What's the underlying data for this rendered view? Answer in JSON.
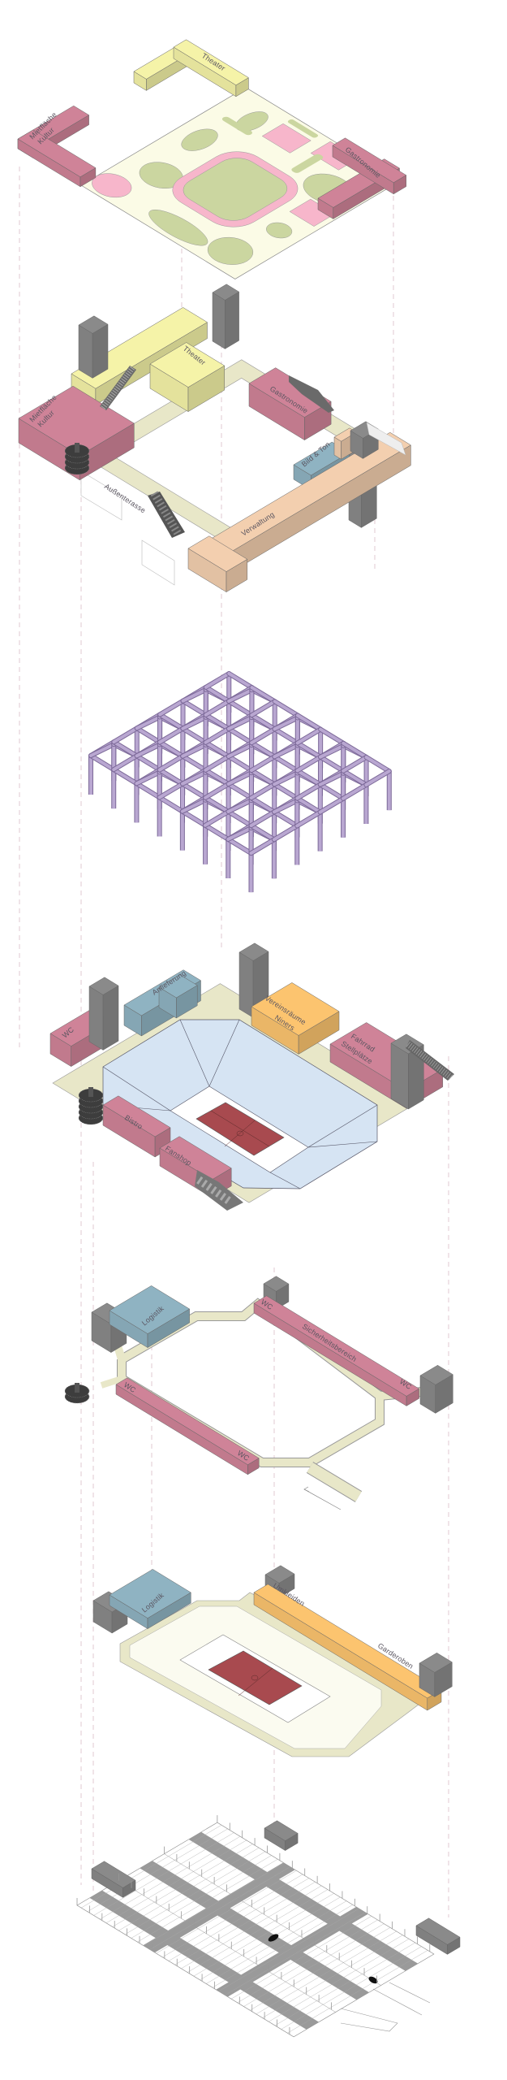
{
  "colors": {
    "culture_pink": "#cf8398",
    "theater_yellow": "#f5f3a8",
    "admin_salmon": "#f3cfaf",
    "service_blue": "#8fb3c2",
    "club_orange": "#fcc46f",
    "core_grey": "#8a8a8a",
    "circulation": "#e8e7c8",
    "roof_surface": "#fbfbe6",
    "planting_green": "#cbd6a0",
    "play_pink": "#f7b6cb",
    "structure_purple": "#b9a7d1",
    "seating_blue": "#d6e4f3",
    "court_red": "#a84a4f"
  },
  "layers": {
    "roof_garden": {
      "theater": "Theater",
      "kultur_line1": "Mietfläche",
      "kultur_line2": "Kultur",
      "gastronomie": "Gastronomie"
    },
    "upper_ring": {
      "theater": "Theater",
      "kultur_line1": "Mietfläche",
      "kultur_line2": "Kultur",
      "gastronomie": "Gastronomie",
      "bild_ton": "Bild & Ton",
      "aussenterasse": "Außenterasse",
      "verwaltung": "Verwaltung"
    },
    "arena": {
      "anlieferung": "Anlieferung",
      "wc": "WC",
      "vereinsraeume_line1": "Vereinsräume",
      "vereinsraeume_line2": "Niners",
      "fahrrad_line1": "Fahrrad",
      "fahrrad_line2": "Stellplätze",
      "bistro": "Bistro",
      "fanshop": "Fanshop"
    },
    "concourse": {
      "logistik": "Logistik",
      "wc_top_left": "WC",
      "sicherheitsbereich": "Sicherheitsbereich",
      "wc_top_right": "WC",
      "wc_bottom_left": "WC",
      "wc_bottom_right": "WC"
    },
    "court_level": {
      "logistik": "Logistik",
      "umkleiden": "Umkleiden",
      "garderoben": "Garderoben"
    }
  }
}
